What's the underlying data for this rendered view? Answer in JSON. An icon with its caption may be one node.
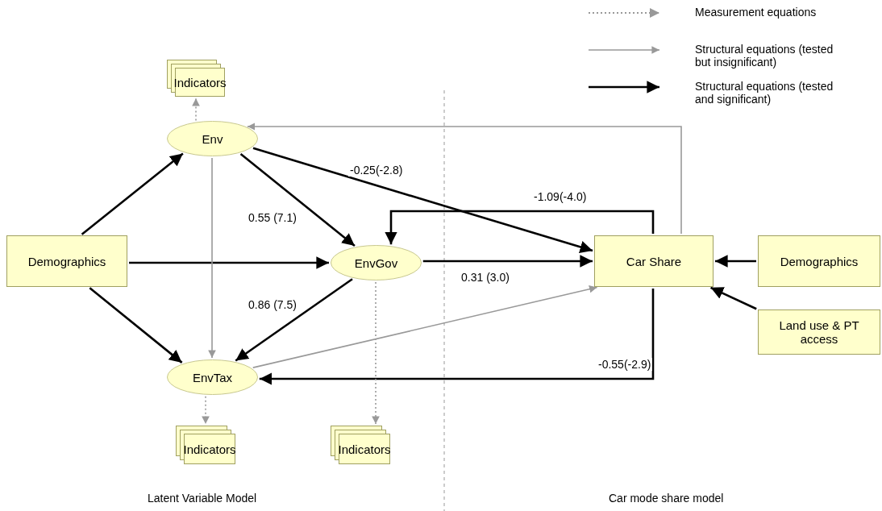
{
  "diagram": {
    "nodes": [
      {
        "text": [
          "Indicators"
        ]
      },
      {
        "text": [
          "Env"
        ]
      },
      {
        "text": [
          "Demographics"
        ]
      },
      {
        "text": [
          "EnvGov"
        ]
      },
      {
        "text": [
          "Car Share"
        ]
      },
      {
        "text": [
          "Demographics"
        ]
      },
      {
        "text": [
          "EnvTax"
        ]
      },
      {
        "text": [
          "Land use & PT access"
        ]
      },
      {
        "text": [
          "Indicators"
        ]
      },
      {
        "text": [
          "Indicators"
        ]
      }
    ],
    "edges": [
      {
        "from": 1,
        "to": 0,
        "arrow": "to",
        "style": "dashed",
        "color": "#999999"
      },
      {
        "from": 2,
        "to": 1,
        "arrow": "to"
      },
      {
        "from": 2,
        "to": 3,
        "arrow": "to"
      },
      {
        "from": 2,
        "to": 6,
        "arrow": "to"
      },
      {
        "from": 1,
        "to": 3,
        "arrow": "to",
        "label": "0.55 (7.1)"
      },
      {
        "from": 1,
        "to": 6,
        "arrow": "to",
        "color": "#999999"
      },
      {
        "from": 1,
        "to": 4,
        "arrow": "to",
        "label": "-0.25(-2.8)"
      },
      {
        "from": 4,
        "to": 1,
        "arrow": "to",
        "color": "#999999"
      },
      {
        "from": 4,
        "to": 3,
        "arrow": "to",
        "label": "-1.09(-4.0)"
      },
      {
        "from": 3,
        "to": 6,
        "arrow": "to",
        "label": "0.86 (7.5)"
      },
      {
        "from": 3,
        "to": 4,
        "arrow": "to",
        "label": "0.31 (3.0)"
      },
      {
        "from": 6,
        "to": 4,
        "arrow": "to",
        "color": "#999999"
      },
      {
        "from": 4,
        "to": 6,
        "arrow": "to",
        "label": "-0.55(-2.9)"
      },
      {
        "from": 5,
        "to": 4,
        "arrow": "to"
      },
      {
        "from": 7,
        "to": 4,
        "arrow": "to"
      },
      {
        "from": 6,
        "to": 8,
        "arrow": "to",
        "style": "dashed",
        "color": "#999999"
      },
      {
        "from": 3,
        "to": 9,
        "arrow": "to",
        "style": "dashed",
        "color": "#999999"
      }
    ],
    "labels": [
      "Latent Variable Model",
      "Car mode share model"
    ],
    "legend": [
      {
        "text": "Measurement equations"
      },
      {
        "text": "Structural equations (tested but insignificant)"
      },
      {
        "text": "Structural equations (tested and significant)"
      }
    ]
  }
}
